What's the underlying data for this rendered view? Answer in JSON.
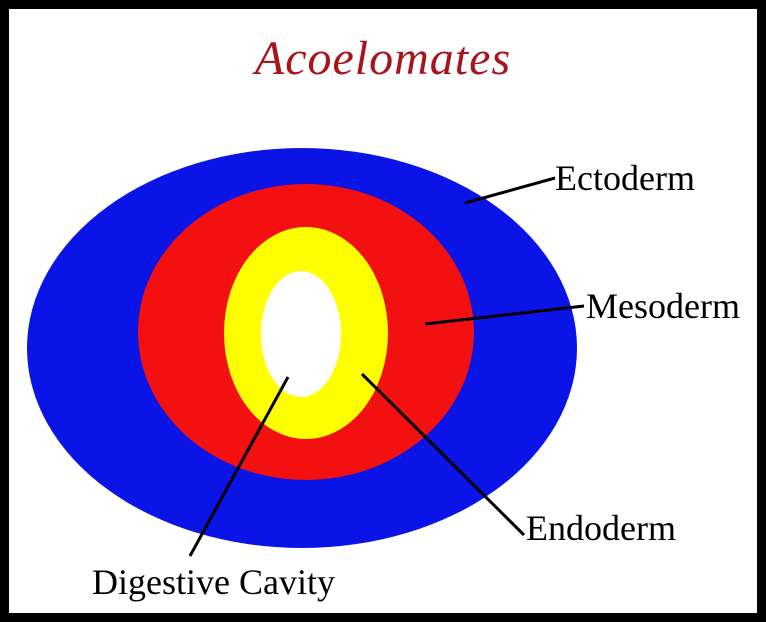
{
  "title": "Acoelomates",
  "colors": {
    "title": "#a8141c",
    "ectoderm": "#0a14e6",
    "mesoderm": "#f21010",
    "endoderm": "#ffff00",
    "cavity": "#ffffff"
  },
  "labels": {
    "ectoderm": "Ectoderm",
    "mesoderm": "Mesoderm",
    "endoderm": "Endoderm",
    "digestive_cavity": "Digestive Cavity"
  }
}
